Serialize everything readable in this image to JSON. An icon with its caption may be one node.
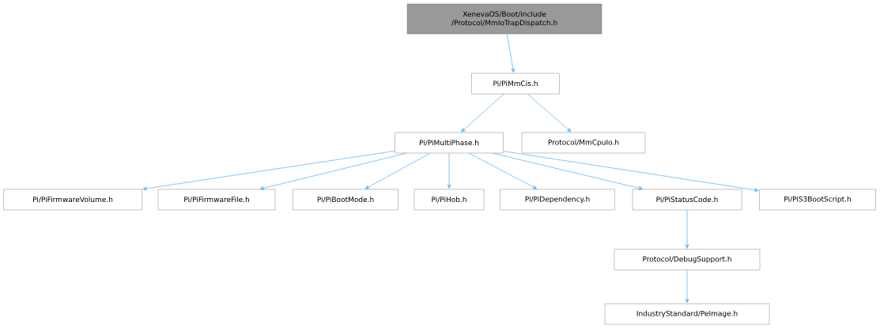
{
  "diagram": {
    "nodes": [
      {
        "text": [
          "XenevaOS/Boot/include /Protocol/MmIoTrapDispatch.h"
        ]
      },
      {
        "text": [
          "Pi/PiMmCis.h"
        ]
      },
      {
        "text": [
          "Pi/PiMultiPhase.h"
        ]
      },
      {
        "text": [
          "Protocol/MmCpuIo.h"
        ]
      },
      {
        "text": [
          "Pi/PiFirmwareVolume.h"
        ]
      },
      {
        "text": [
          "Pi/PiFirmwareFile.h"
        ]
      },
      {
        "text": [
          "Pi/PiBootMode.h"
        ]
      },
      {
        "text": [
          "Pi/PiHob.h"
        ]
      },
      {
        "text": [
          "Pi/PiDependency.h"
        ]
      },
      {
        "text": [
          "Pi/PiStatusCode.h"
        ]
      },
      {
        "text": [
          "Pi/PiS3BootScript.h"
        ]
      },
      {
        "text": [
          "Protocol/DebugSupport.h"
        ]
      },
      {
        "text": [
          "IndustryStandard/PeImage.h"
        ]
      }
    ],
    "edges": [
      {
        "from": 0,
        "to": 1,
        "arrow": "to"
      },
      {
        "from": 1,
        "to": 2,
        "arrow": "to"
      },
      {
        "from": 1,
        "to": 3,
        "arrow": "to"
      },
      {
        "from": 2,
        "to": 4,
        "arrow": "to"
      },
      {
        "from": 2,
        "to": 5,
        "arrow": "to"
      },
      {
        "from": 2,
        "to": 6,
        "arrow": "to"
      },
      {
        "from": 2,
        "to": 7,
        "arrow": "to"
      },
      {
        "from": 2,
        "to": 8,
        "arrow": "to"
      },
      {
        "from": 2,
        "to": 9,
        "arrow": "to"
      },
      {
        "from": 2,
        "to": 10,
        "arrow": "to"
      },
      {
        "from": 9,
        "to": 11,
        "arrow": "to"
      },
      {
        "from": 11,
        "to": 12,
        "arrow": "to"
      }
    ]
  }
}
